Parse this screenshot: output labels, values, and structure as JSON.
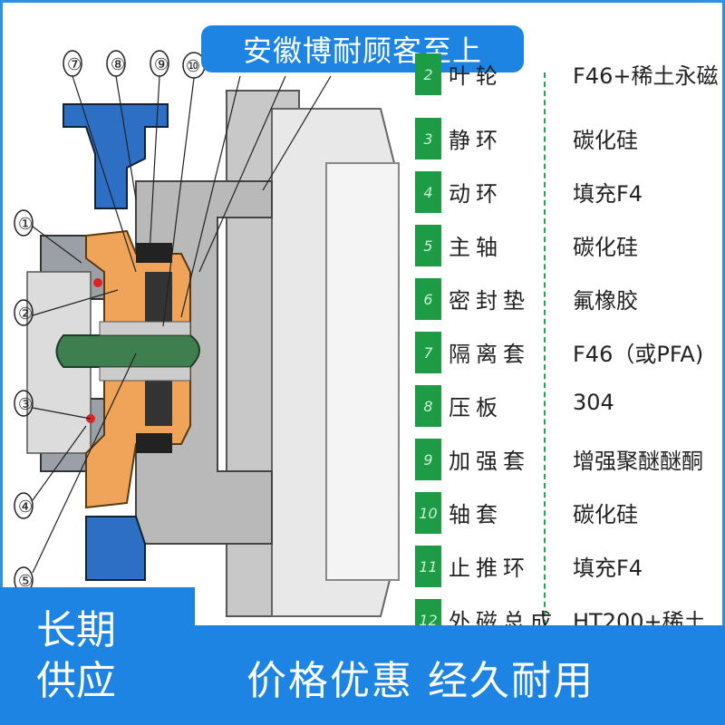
{
  "banner": "安徽博耐顾客至上",
  "callout_numbers": [
    "⑦",
    "⑧",
    "⑨",
    "⑩",
    "①",
    "②",
    "③",
    "④",
    "⑤"
  ],
  "parts": [
    {
      "num": "2",
      "name": "叶轮",
      "material": "F46+稀土永磁"
    },
    {
      "num": "3",
      "name": "静环",
      "material": "碳化硅"
    },
    {
      "num": "4",
      "name": "动环",
      "material": "填充F4"
    },
    {
      "num": "5",
      "name": "主轴",
      "material": "碳化硅"
    },
    {
      "num": "6",
      "name": "密封垫",
      "material": "氟橡胶"
    },
    {
      "num": "7",
      "name": "隔离套",
      "material": "F46（或PFA)"
    },
    {
      "num": "8",
      "name": "压板",
      "material": "304"
    },
    {
      "num": "9",
      "name": "加强套",
      "material": "增强聚醚醚酮"
    },
    {
      "num": "10",
      "name": "轴套",
      "material": "碳化硅"
    },
    {
      "num": "11",
      "name": "止推环",
      "material": "填充F4"
    },
    {
      "num": "12",
      "name": "外磁总成",
      "material": "HT200+稀土"
    }
  ],
  "corner_text": [
    "长期",
    "供应"
  ],
  "slogan": "价格优惠  经久耐用",
  "colors": {
    "blue": "#1e84e4",
    "green": "#1d9b45",
    "orange": "#f0a45a",
    "shaft": "#3f7f4f"
  }
}
